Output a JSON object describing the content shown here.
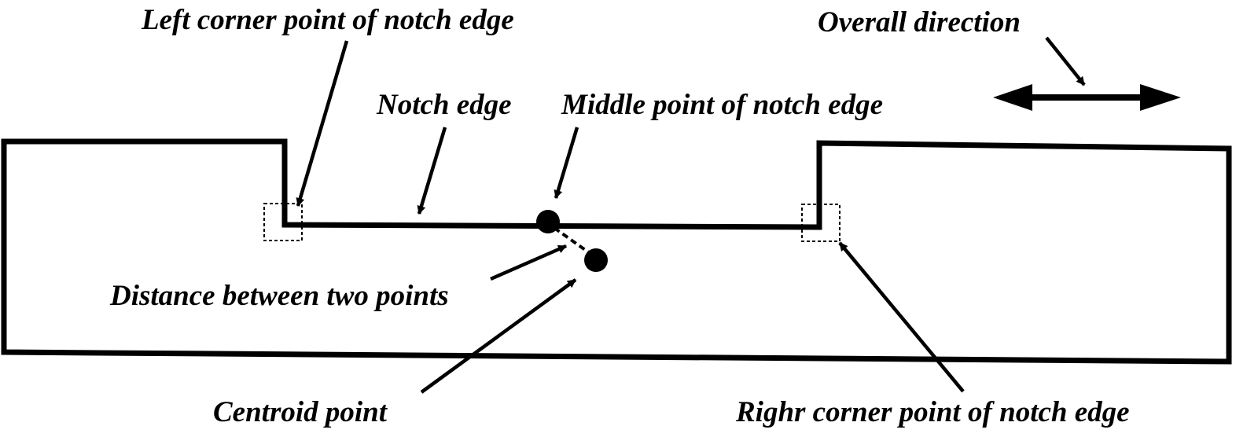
{
  "labels": {
    "left_corner": "Left corner  point of  notch edge",
    "overall_direction": "Overall direction",
    "notch_edge": "Notch edge",
    "middle_point": "Middle  point of  notch edge",
    "distance": "Distance between two  points",
    "centroid": "Centroid  point",
    "right_corner": "Righr corner  point of  notch edge"
  },
  "colors": {
    "stroke": "#000000",
    "background": "#ffffff"
  }
}
